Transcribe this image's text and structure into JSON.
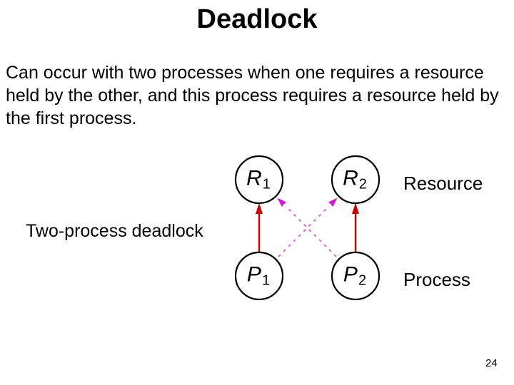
{
  "slide": {
    "title": "Deadlock",
    "body": "Can occur with two processes when one requires a resource held by the other, and this process requires a resource held by the first process.",
    "page_number": "24"
  },
  "diagram": {
    "caption": "Two-process deadlock",
    "row_labels": {
      "top": "Resource",
      "bottom": "Process"
    },
    "nodes": [
      {
        "id": "R1",
        "letter": "R",
        "subscript": "1"
      },
      {
        "id": "R2",
        "letter": "R",
        "subscript": "2"
      },
      {
        "id": "P1",
        "letter": "P",
        "subscript": "1"
      },
      {
        "id": "P2",
        "letter": "P",
        "subscript": "2"
      }
    ],
    "colors": {
      "node_stroke": "#000000",
      "hold_arrow": "#cc0000",
      "request_line": "#d45cd4",
      "request_arrow": "#d318d3"
    }
  }
}
